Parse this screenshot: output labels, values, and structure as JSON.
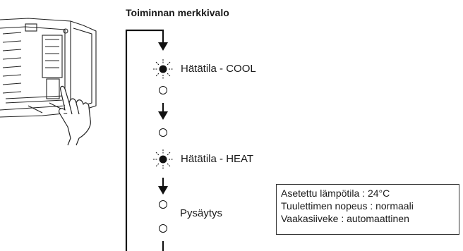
{
  "title": "Toiminnan merkkivalo",
  "modes": {
    "cool": "Hätätila - COOL",
    "heat": "Hätätila - HEAT",
    "stop": "Pysäytys"
  },
  "settings": {
    "lines": [
      "Asetettu lämpötila : 24°C",
      "Tuulettimen nopeus : normaali",
      "Vaakasiiveke : automaattinen"
    ]
  },
  "icons": [
    "air-conditioner-indoor-unit-icon",
    "hand-pressing-button-icon",
    "lamp-on-icon",
    "lamp-off-icon",
    "down-arrow-icon"
  ]
}
